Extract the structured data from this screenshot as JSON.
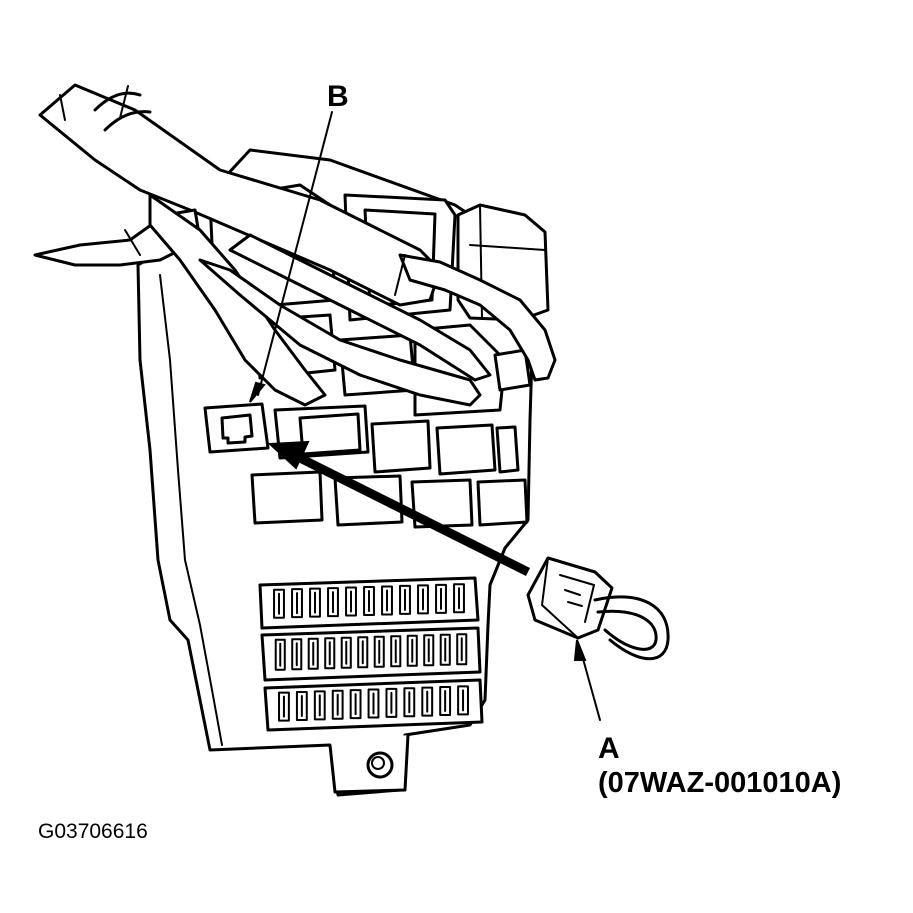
{
  "labels": {
    "b": "B",
    "a": "A",
    "part_number": "(07WAZ-001010A)",
    "figure_code": "G03706616"
  },
  "colors": {
    "ink": "#000000",
    "paper": "#ffffff"
  }
}
